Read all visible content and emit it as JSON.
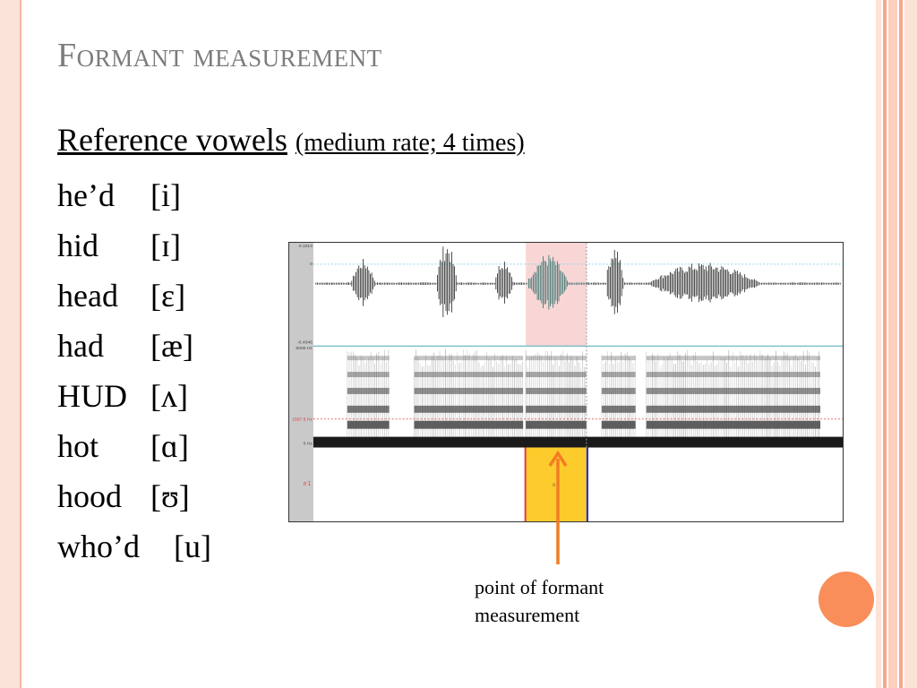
{
  "slide": {
    "title": "Formant measurement",
    "heading": "Reference vowels",
    "heading_note": "(medium rate; 4 times)",
    "vowels": [
      {
        "word": "he’d",
        "ipa": "[i]"
      },
      {
        "word": "hid",
        "ipa": "[ɪ]"
      },
      {
        "word": "head",
        "ipa": "[ɛ]"
      },
      {
        "word": "had",
        "ipa": "[æ]"
      },
      {
        "word": "HUD",
        "ipa": "[ʌ]"
      },
      {
        "word": "hot",
        "ipa": "[ɑ]"
      },
      {
        "word": "hood",
        "ipa": "[ʊ]"
      },
      {
        "word": "who’d",
        "ipa": "[u]"
      }
    ],
    "annotation_line1": "point of formant",
    "annotation_line2": "measurement"
  },
  "praat": {
    "waveform_max": "0.1013",
    "waveform_zero": "0",
    "waveform_min": "-0.4046",
    "freq_top": "5000 Hz",
    "freq_marker": "1557.5 Hz",
    "freq_bottom": "0 Hz",
    "tier_label": "ɑ 1",
    "interval_label": "ɑ 1"
  },
  "colors": {
    "title": "#7c7c7c",
    "selection": "#f9d6d6",
    "interval_fill": "#fccc2c",
    "arrow": "#f27c24",
    "circle": "#f98e5a",
    "left_border": "#fbe3d9",
    "right_stripes": [
      "#fbd0bd",
      "#f6a88b",
      "#fde2d6"
    ]
  }
}
